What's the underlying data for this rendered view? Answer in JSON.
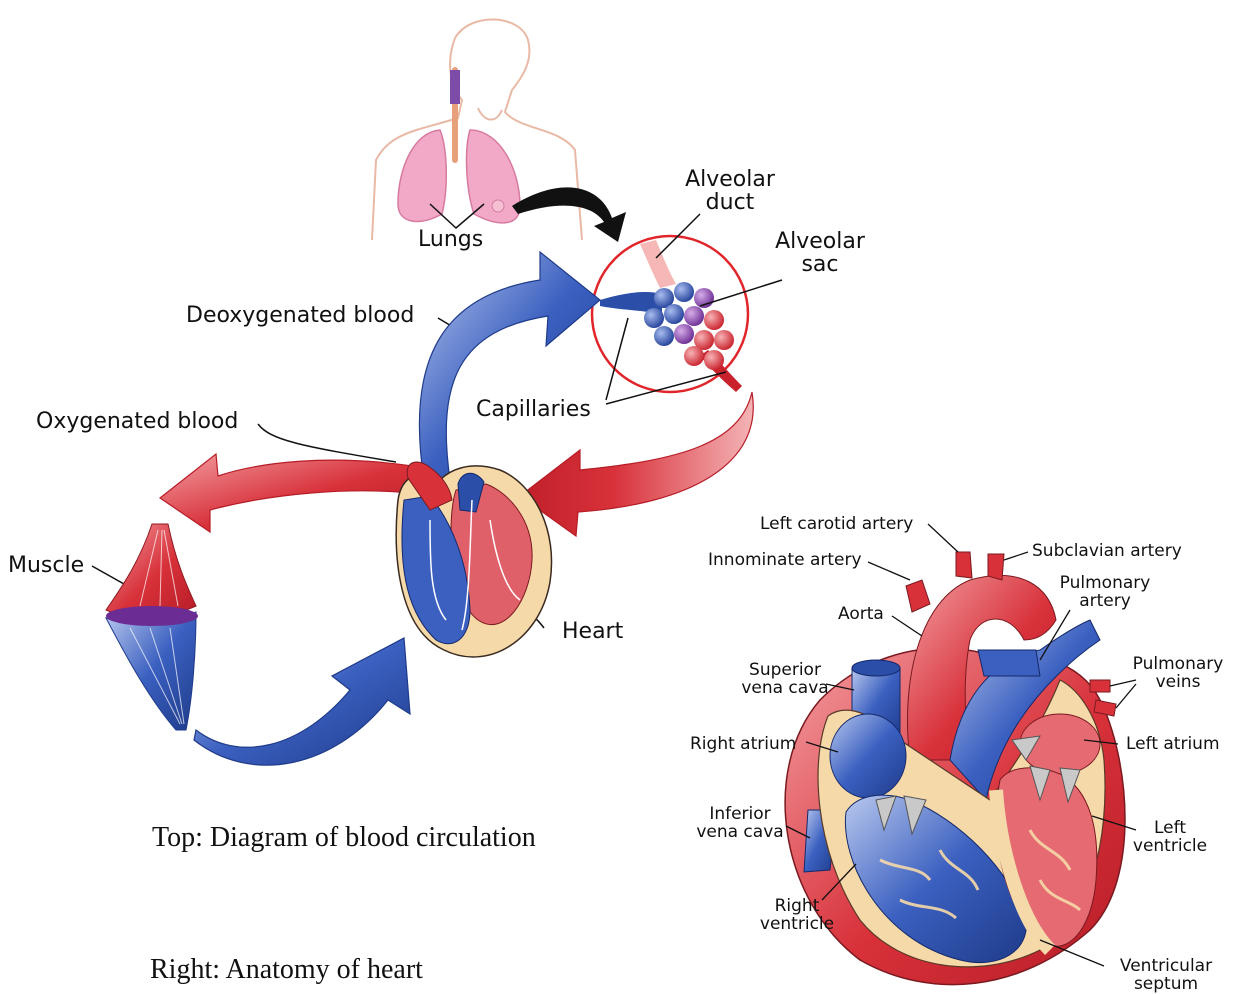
{
  "circulation": {
    "lungs": "Lungs",
    "alveolar_duct": [
      "Alveolar",
      "duct"
    ],
    "alveolar_sac": [
      "Alveolar",
      "sac"
    ],
    "deoxygenated": "Deoxygenated blood",
    "oxygenated": "Oxygenated blood",
    "capillaries": "Capillaries",
    "muscle": "Muscle",
    "heart": "Heart"
  },
  "anatomy": {
    "left_carotid": "Left carotid artery",
    "innominate": "Innominate artery",
    "subclavian": "Subclavian artery",
    "pulmonary_artery": [
      "Pulmonary",
      "artery"
    ],
    "aorta": "Aorta",
    "superior_vena_cava": [
      "Superior",
      "vena cava"
    ],
    "pulmonary_veins": [
      "Pulmonary",
      "veins"
    ],
    "right_atrium": "Right atrium",
    "left_atrium": "Left atrium",
    "inferior_vena_cava": [
      "Inferior",
      "vena cava"
    ],
    "left_ventricle": [
      "Left",
      "ventricle"
    ],
    "right_ventricle": [
      "Right",
      "ventricle"
    ],
    "ventricular_septum": [
      "Ventricular",
      "septum"
    ]
  },
  "captions": {
    "top": "Top:  Diagram of blood circulation",
    "right": "Right:  Anatomy of heart"
  },
  "colors": {
    "oxygenated": "#d8313a",
    "deoxygenated": "#2b4fa8",
    "lung_pink": "#f2a9c8",
    "tissue_tan": "#f6d9a9",
    "circle_red": "#e0262b"
  }
}
